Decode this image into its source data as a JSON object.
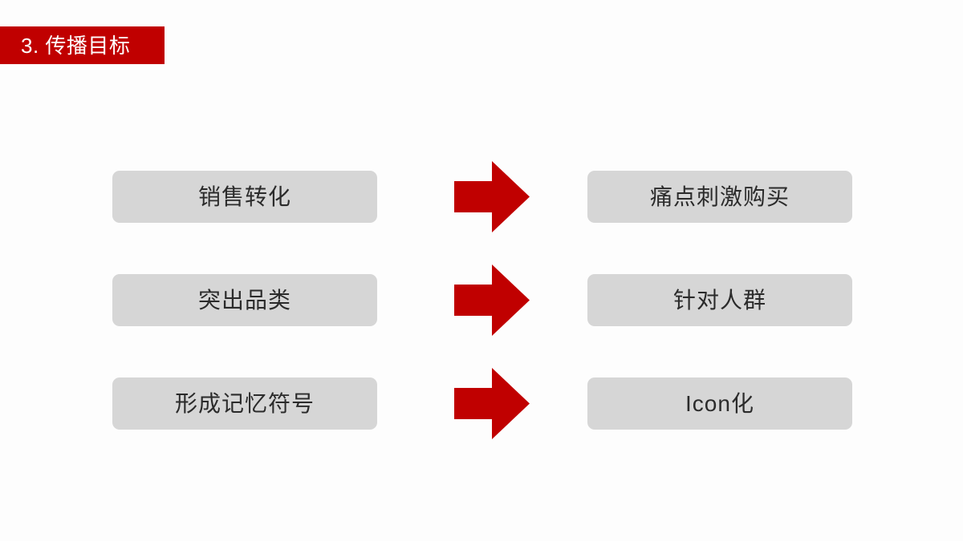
{
  "slide": {
    "background_color": "#fdfdfd",
    "accent_color": "#C00000",
    "box_color": "#D6D6D6",
    "text_color": "#2b2b2b",
    "title": {
      "label": "3. 传播目标",
      "banner_color": "#C00000",
      "text_color": "#ffffff"
    },
    "flow": {
      "arrow_icon": "right-arrow-icon",
      "rows": [
        {
          "source": "销售转化",
          "arrow": "right-arrow-icon",
          "target": "痛点刺激购买"
        },
        {
          "source": "突出品类",
          "arrow": "right-arrow-icon",
          "target": "针对人群"
        },
        {
          "source": "形成记忆符号",
          "arrow": "right-arrow-icon",
          "target": "Icon化"
        }
      ]
    }
  }
}
